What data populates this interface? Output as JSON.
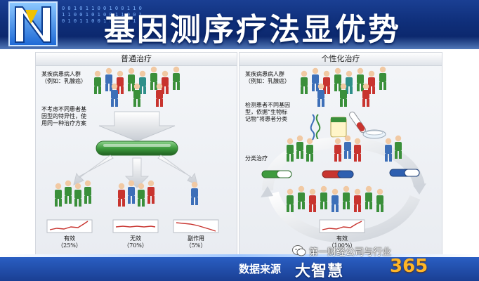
{
  "header": {
    "title": "基因测序疗法显优势",
    "ticker_lines": [
      "0 0 1 0 1 1 0 0 1 0 0 1 1 0",
      "1 1 0 0 1 0 1 0 0 1 1 0 0 1",
      "0 1 0 1 1 0 0 1 0 1 0 0 1 0"
    ]
  },
  "left_panel": {
    "title": "普通治疗",
    "group_label_line1": "某疾病患病人群",
    "group_label_line2": "（例如：乳腺癌）",
    "desc_line1": "不考虑不同患者基",
    "desc_line2": "因型的特异性，使",
    "desc_line3": "用同一种治疗方案",
    "results": [
      {
        "label": "有效",
        "pct": "（25%）"
      },
      {
        "label": "无效",
        "pct": "（70%）"
      },
      {
        "label": "副作用",
        "pct": "（5%）"
      }
    ]
  },
  "right_panel": {
    "title": "个性化治疗",
    "group_label_line1": "某疾病患病人群",
    "group_label_line2": "（例如：乳腺癌）",
    "desc_line1": "检测患者不同基因",
    "desc_line2": "型，依据“生物标",
    "desc_line3": "记物”将患者分类",
    "sort_label": "分类治疗",
    "result": {
      "label": "有效",
      "pct": "（100%）"
    }
  },
  "footer": {
    "source": "数据来源",
    "brand": "大智慧",
    "brand_num": "365",
    "watermark": "第一财经公司与行业"
  },
  "colors": {
    "header_blue": "#0f2f7a",
    "figure_green": "#3a8f3a",
    "figure_red": "#c8342f",
    "figure_blue": "#3d6fb8",
    "figure_teal": "#2f8f8a",
    "figure_gray": "#8a8f96",
    "pill_green": "#3e9b3e",
    "pill_red": "#c8342f",
    "pill_blue": "#2e5fb0",
    "brand_orange": "#ffb627"
  }
}
